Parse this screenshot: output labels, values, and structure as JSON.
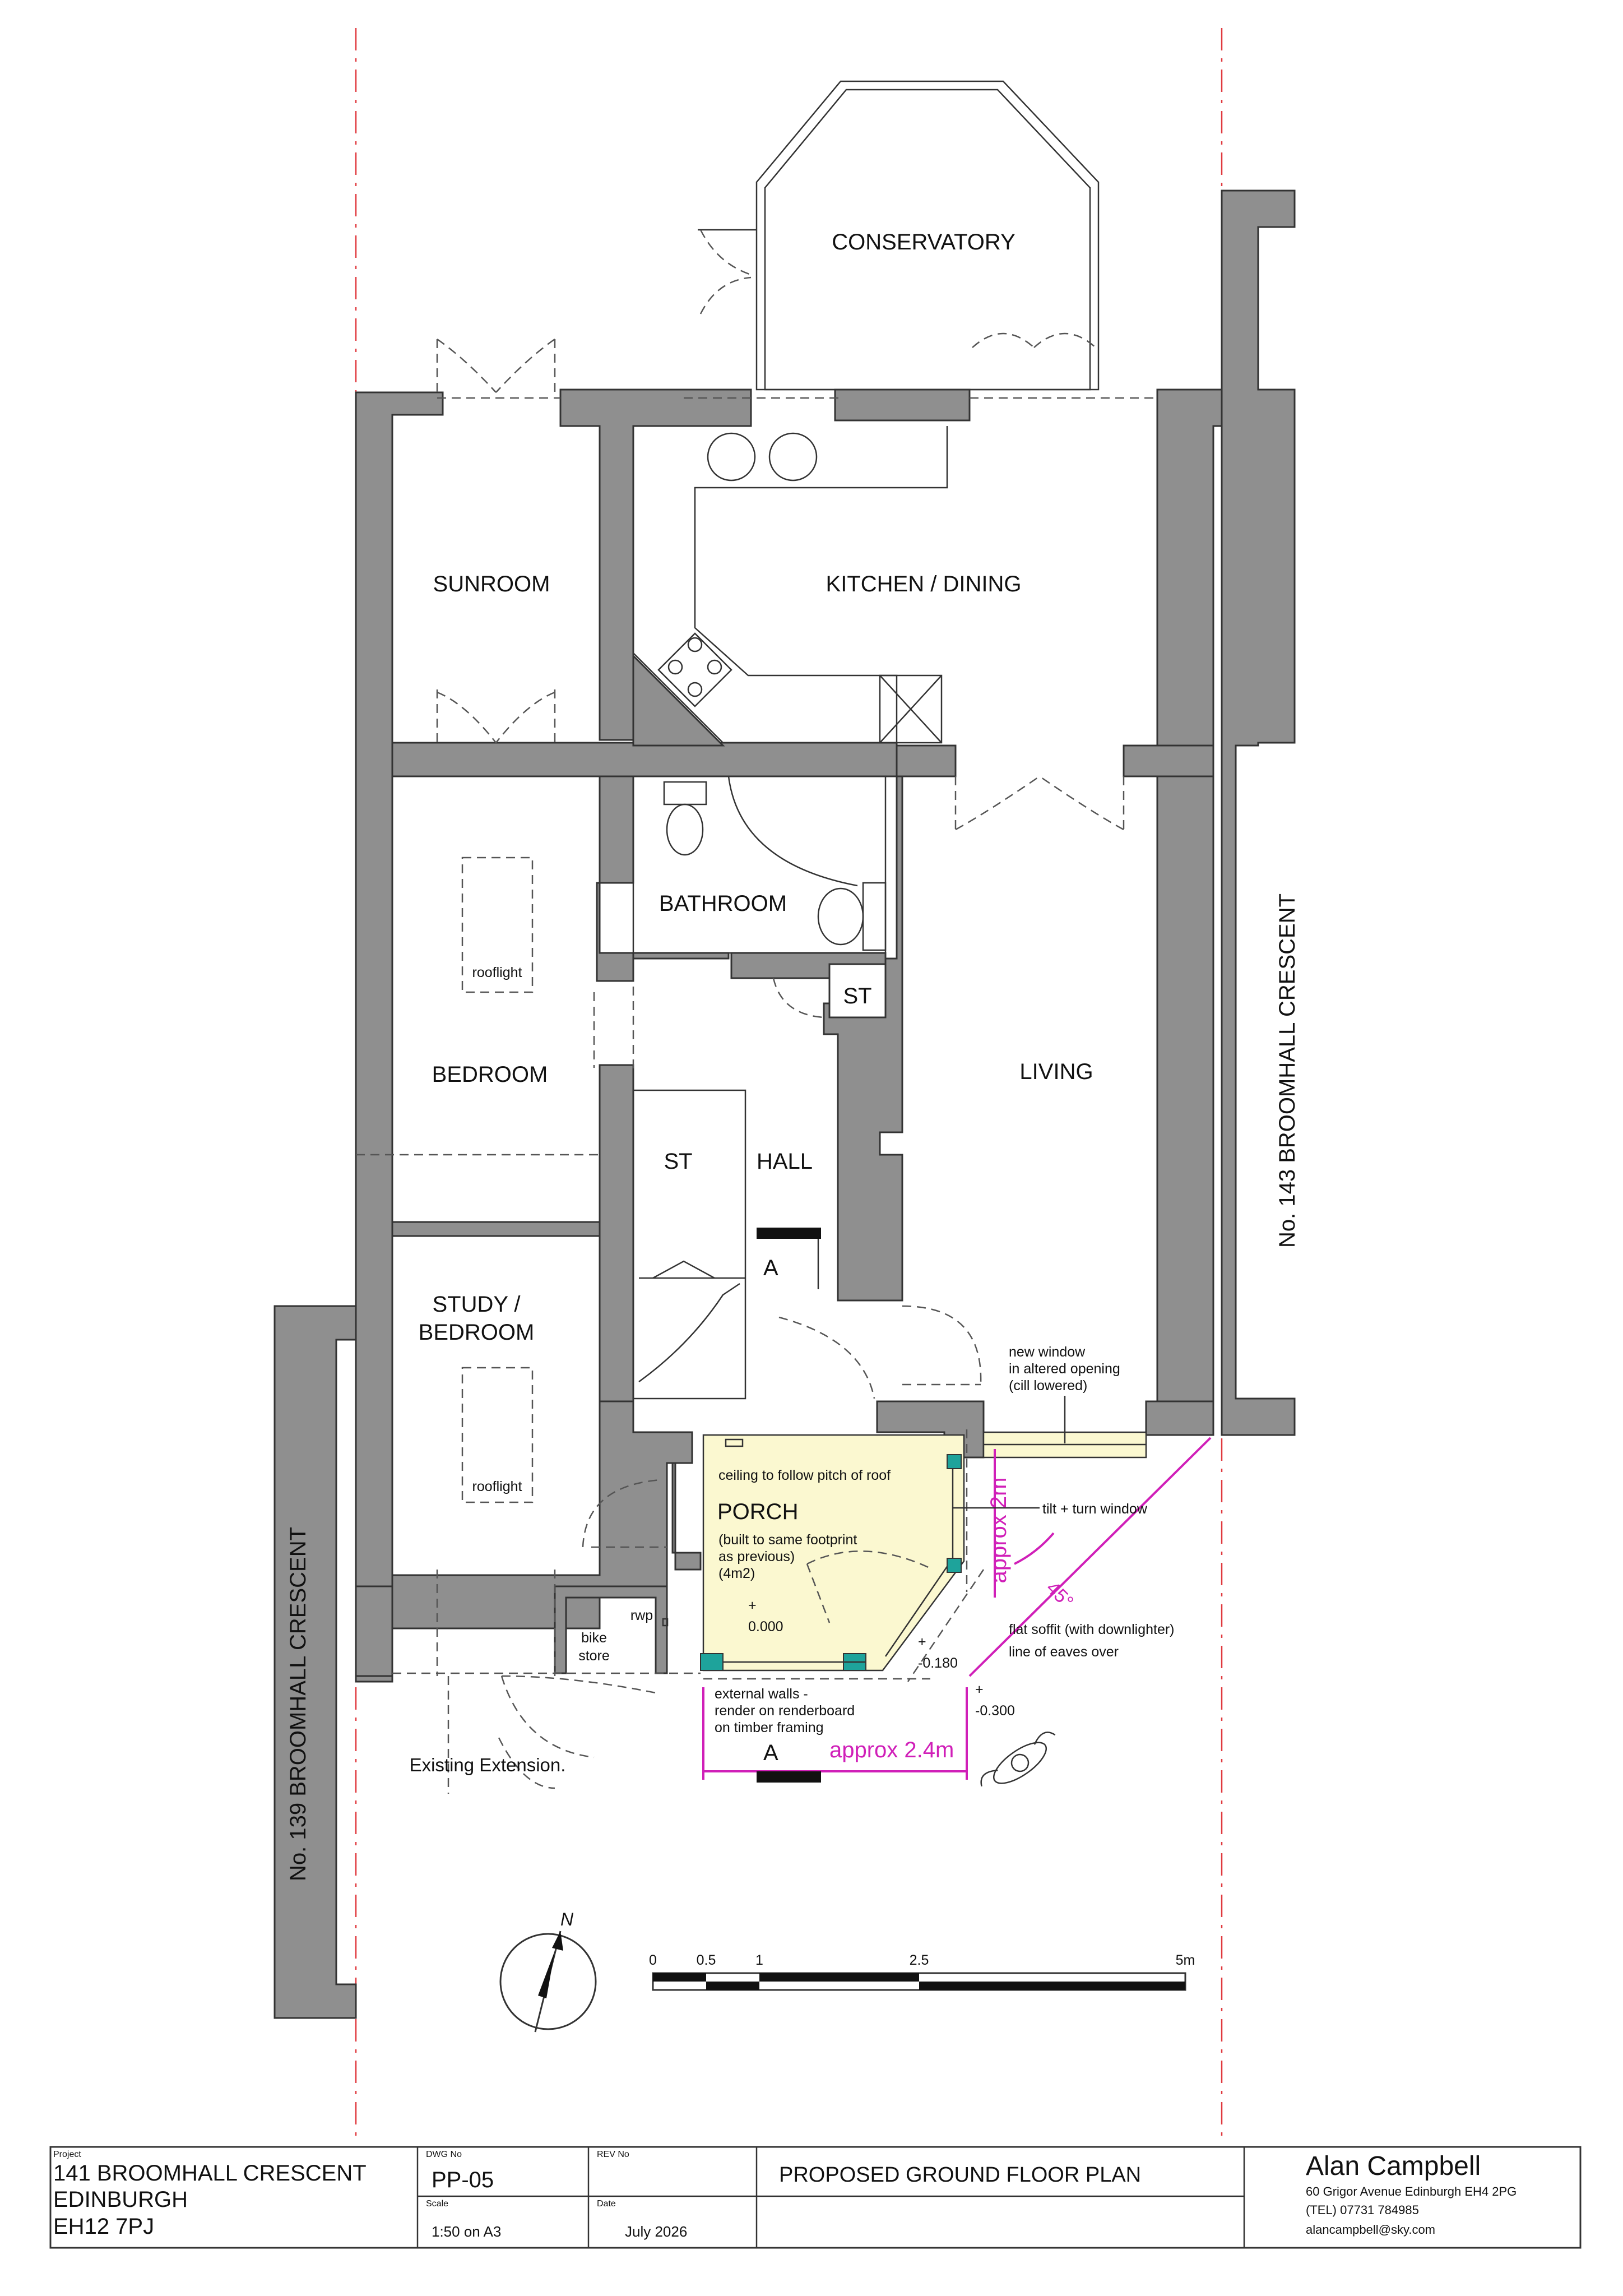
{
  "rooms": {
    "conservatory": "CONSERVATORY",
    "sunroom": "SUNROOM",
    "kitchen": "KITCHEN / DINING",
    "bathroom": "BATHROOM",
    "bedroom": "BEDROOM",
    "living": "LIVING",
    "st_upper": "ST",
    "st_lower": "ST",
    "hall": "HALL",
    "study_line1": "STUDY /",
    "study_line2": "BEDROOM",
    "porch": "PORCH",
    "rooflight_1": "rooflight",
    "rooflight_2": "rooflight",
    "bike_line1": "bike",
    "bike_line2": "store",
    "rwp": "rwp"
  },
  "streets": {
    "right": "No. 143 BROOMHALL CRESCENT",
    "left": "No. 139 BROOMHALL CRESCENT"
  },
  "notes": {
    "new_window_1": "new window",
    "new_window_2": "in altered opening",
    "new_window_3": "(cill lowered)",
    "ceiling": "ceiling to follow pitch of roof",
    "porch_1": "(built to same footprint",
    "porch_2": "as previous)",
    "porch_3": "(4m2)",
    "tilt": "tilt + turn window",
    "level_000": "0.000",
    "level_180": "-0.180",
    "level_300": "-0.300",
    "plus": "+",
    "soffit": "flat soffit (with downlighter)",
    "eaves": "line of eaves over",
    "external_1": "external walls -",
    "external_2": "render on renderboard",
    "external_3": "on timber framing",
    "existing_ext": "Existing Extension.",
    "section_top": "A",
    "section_bottom": "A",
    "dim_horizontal": "approx  2.4m",
    "dim_vertical": "approx  2m",
    "angle": "45°"
  },
  "north": "N",
  "scale_bar": {
    "labels": [
      "0",
      "0.5",
      "1",
      "2.5",
      "5m"
    ]
  },
  "title_block": {
    "project_label": "Project",
    "project_line1": "141 BROOMHALL CRESCENT",
    "project_line2": "EDINBURGH",
    "project_line3": "EH12 7PJ",
    "dwg_label": "DWG No",
    "dwg_no": "PP-05",
    "rev_label": "REV No",
    "scale_label": "Scale",
    "scale": "1:50 on A3",
    "date_label": "Date",
    "date": "July 2026",
    "drawing_title": "PROPOSED GROUND FLOOR PLAN",
    "architect": "Alan Campbell",
    "address": "60 Grigor Avenue Edinburgh EH4 2PG",
    "tel": "(TEL) 07731 784985",
    "email": "alancampbell@sky.com"
  },
  "colors": {
    "wall": "#8f8f8f",
    "porch_fill": "#fbf8d0",
    "dimension": "#d01fb8",
    "boundary": "#e0393e",
    "glazing_accent": "#1ea39b"
  }
}
